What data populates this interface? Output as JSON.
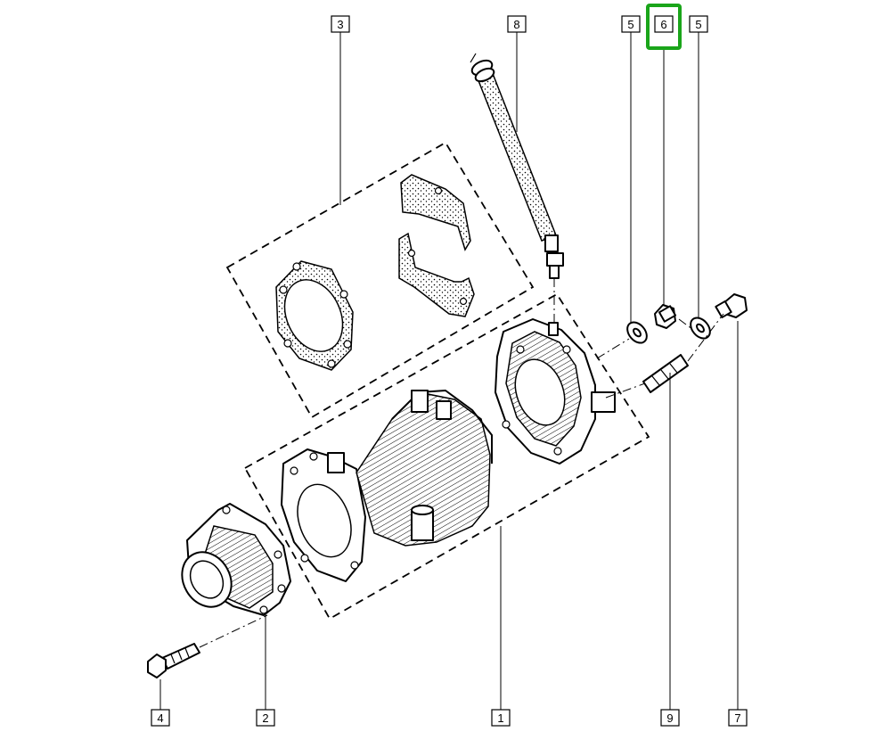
{
  "callouts": {
    "c3": "3",
    "c8": "8",
    "c5a": "5",
    "c6": "6",
    "c5b": "5",
    "c4": "4",
    "c2": "2",
    "c1": "1",
    "c9": "9",
    "c7": "7"
  },
  "highlight": {
    "callout": "6",
    "color": "#1aa51a"
  },
  "parts": [
    "gasket-set",
    "breather-hose",
    "sealing-washer",
    "drain-plug",
    "filler-plug",
    "retaining-screw",
    "output-housing",
    "transfer-case-housing",
    "end-cover",
    "dowel-stud"
  ]
}
